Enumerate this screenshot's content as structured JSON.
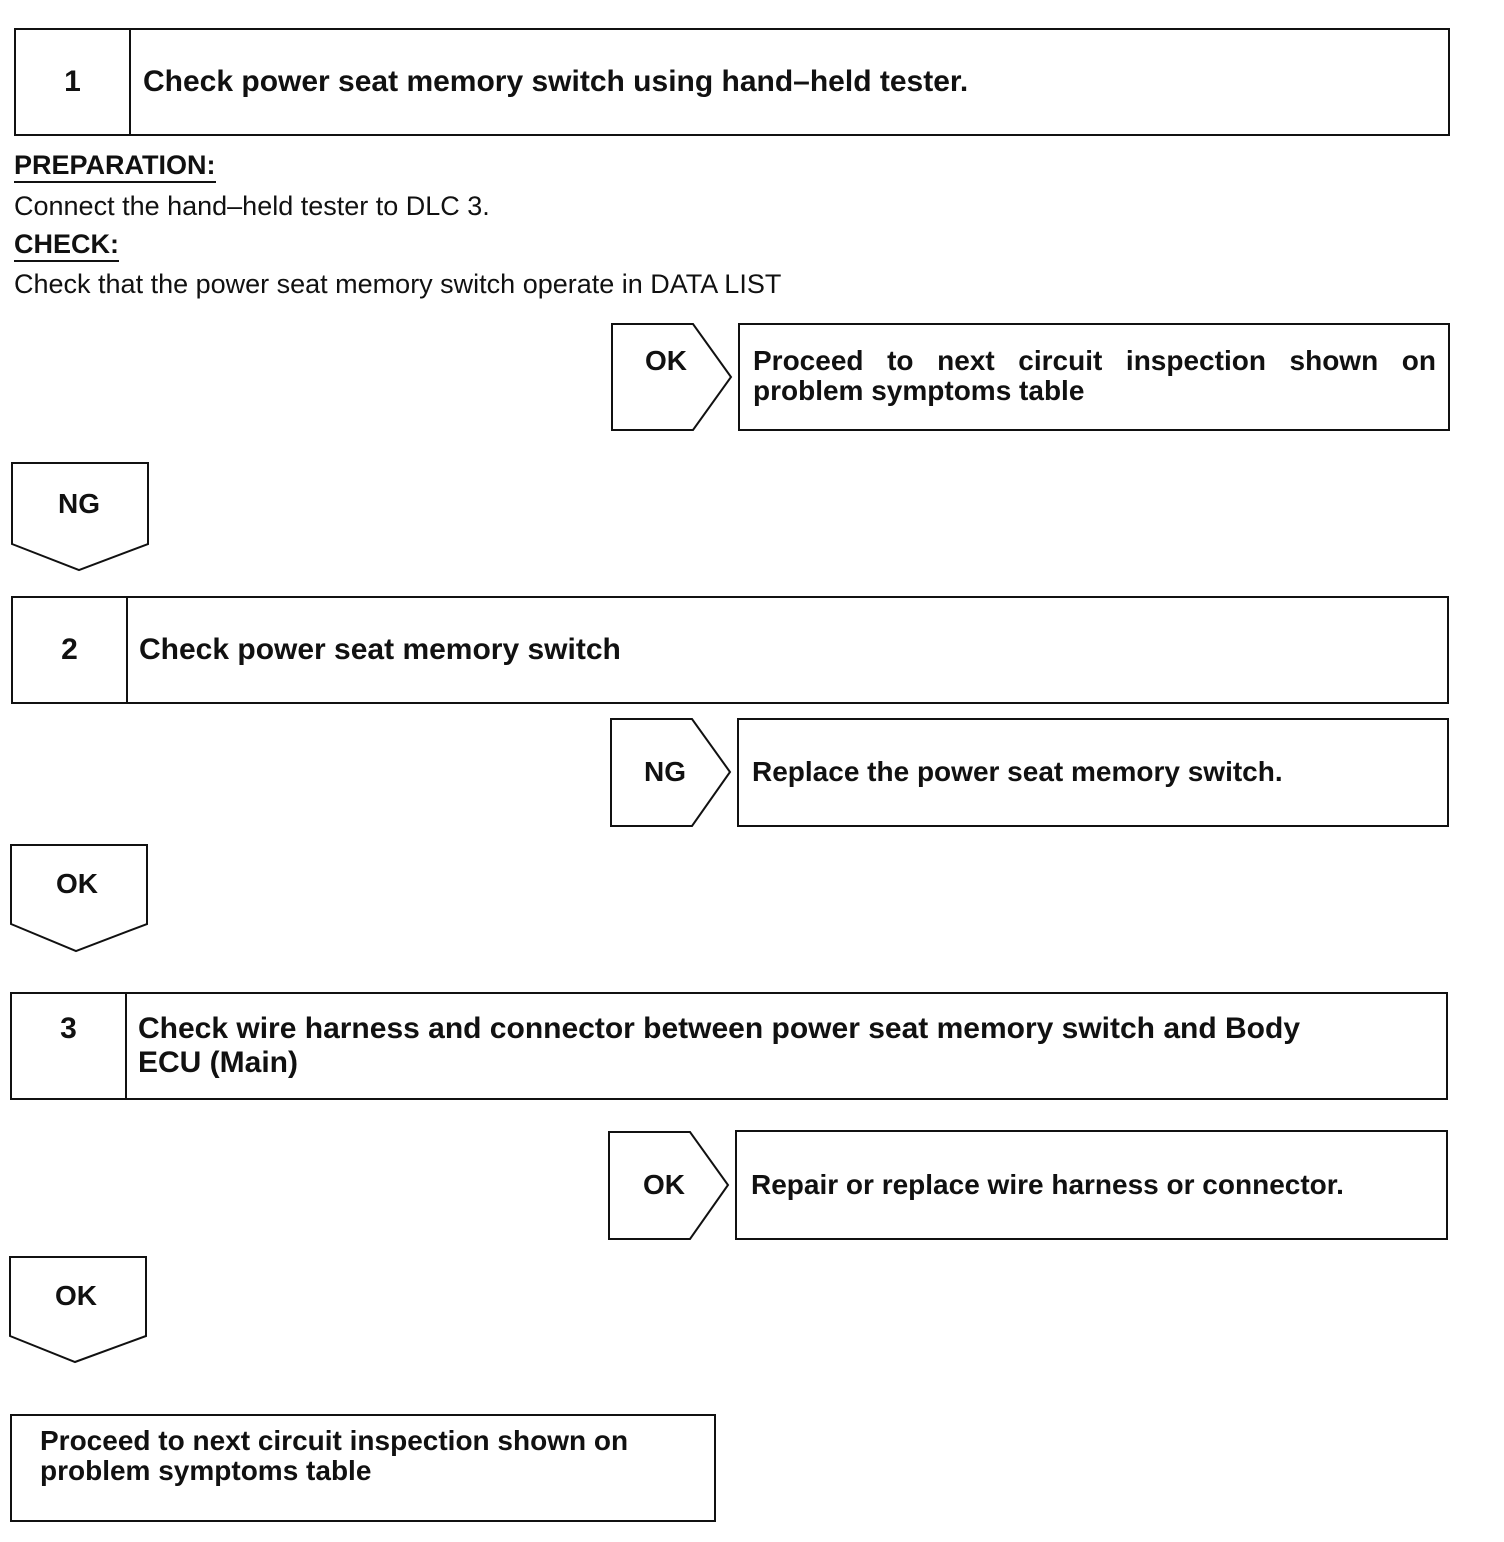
{
  "step1": {
    "number": "1",
    "title": "Check power seat memory switch using hand–held tester.",
    "preparation_label": "PREPARATION:",
    "preparation_text": "Connect the hand–held tester to DLC 3.",
    "check_label": "CHECK:",
    "check_text": "Check that the power seat memory switch operate in DATA LIST",
    "side_result": "OK",
    "side_action": "Proceed to next circuit inspection shown on problem symptoms table",
    "down_result": "NG"
  },
  "step2": {
    "number": "2",
    "title": "Check power seat memory switch",
    "side_result": "NG",
    "side_action": "Replace the power seat memory switch.",
    "down_result": "OK"
  },
  "step3": {
    "number": "3",
    "title": "Check wire harness and connector between power seat memory switch and Body ECU (Main)",
    "side_result": "OK",
    "side_action": "Repair or replace wire harness or connector.",
    "down_result": "OK"
  },
  "final_action": "Proceed to next circuit inspection shown on problem symptoms table",
  "colors": {
    "line": "#111111",
    "background": "#ffffff"
  },
  "icons": {
    "side_arrow": "right-pointing-pentagon",
    "down_arrow": "down-pointing-pentagon"
  }
}
